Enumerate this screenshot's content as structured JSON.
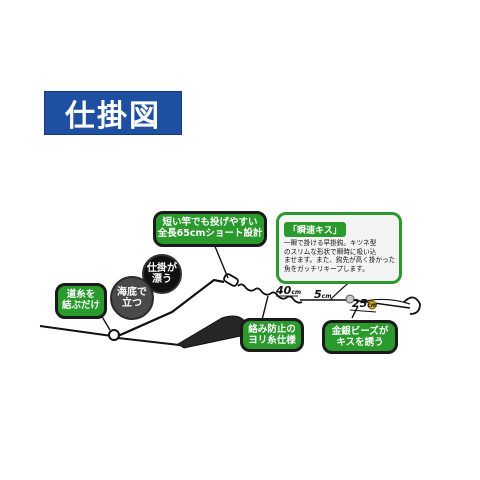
{
  "title": "仕掛図",
  "callouts": {
    "rod": [
      "短い竿でも投げやすい",
      "全長65cmショート設計"
    ],
    "kisu_heading": "「瞬速キス」",
    "kisu_body": [
      "一瞬で掛ける早掛鈎。キツネ型",
      "のスリムな形状で瞬時に吸い込",
      "ませます。また、鈎先が高く掛かった",
      "魚をガッチリキープします。"
    ],
    "line": [
      "道糸を",
      "結ぶだけ"
    ],
    "twist": [
      "絡み防止の",
      "ヨリ糸仕様"
    ],
    "beads": [
      "金銀ビーズが",
      "キスを誘う"
    ]
  },
  "circles": {
    "float": [
      "仕掛が",
      "漂う"
    ],
    "bottom": [
      "海底で",
      "立つ"
    ]
  },
  "dimensions": [
    {
      "value": "40",
      "unit": "cm"
    },
    {
      "value": "5",
      "unit": "cm"
    },
    {
      "value": "25",
      "unit": "cm"
    }
  ],
  "colors": {
    "title_bg": "#1f4fa0",
    "callout": "#2a9a2c",
    "bead_gold": "#e2b21a",
    "bead_silver": "#c8c8c8"
  }
}
